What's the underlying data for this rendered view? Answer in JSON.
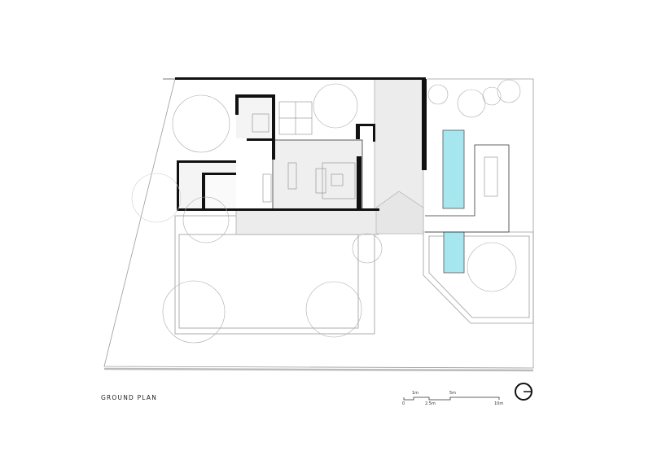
{
  "title": "GROUND PLAN",
  "scale_bar": {
    "upper_labels": [
      "1m",
      "5m"
    ],
    "lower_labels": [
      "0",
      "2.5m",
      "10m"
    ]
  },
  "north_symbol": "north-arrow-icon",
  "colors": {
    "wall": "#111111",
    "line": "#9a9a9a",
    "paving": "#ececec",
    "pool": "#a6e6ef"
  }
}
